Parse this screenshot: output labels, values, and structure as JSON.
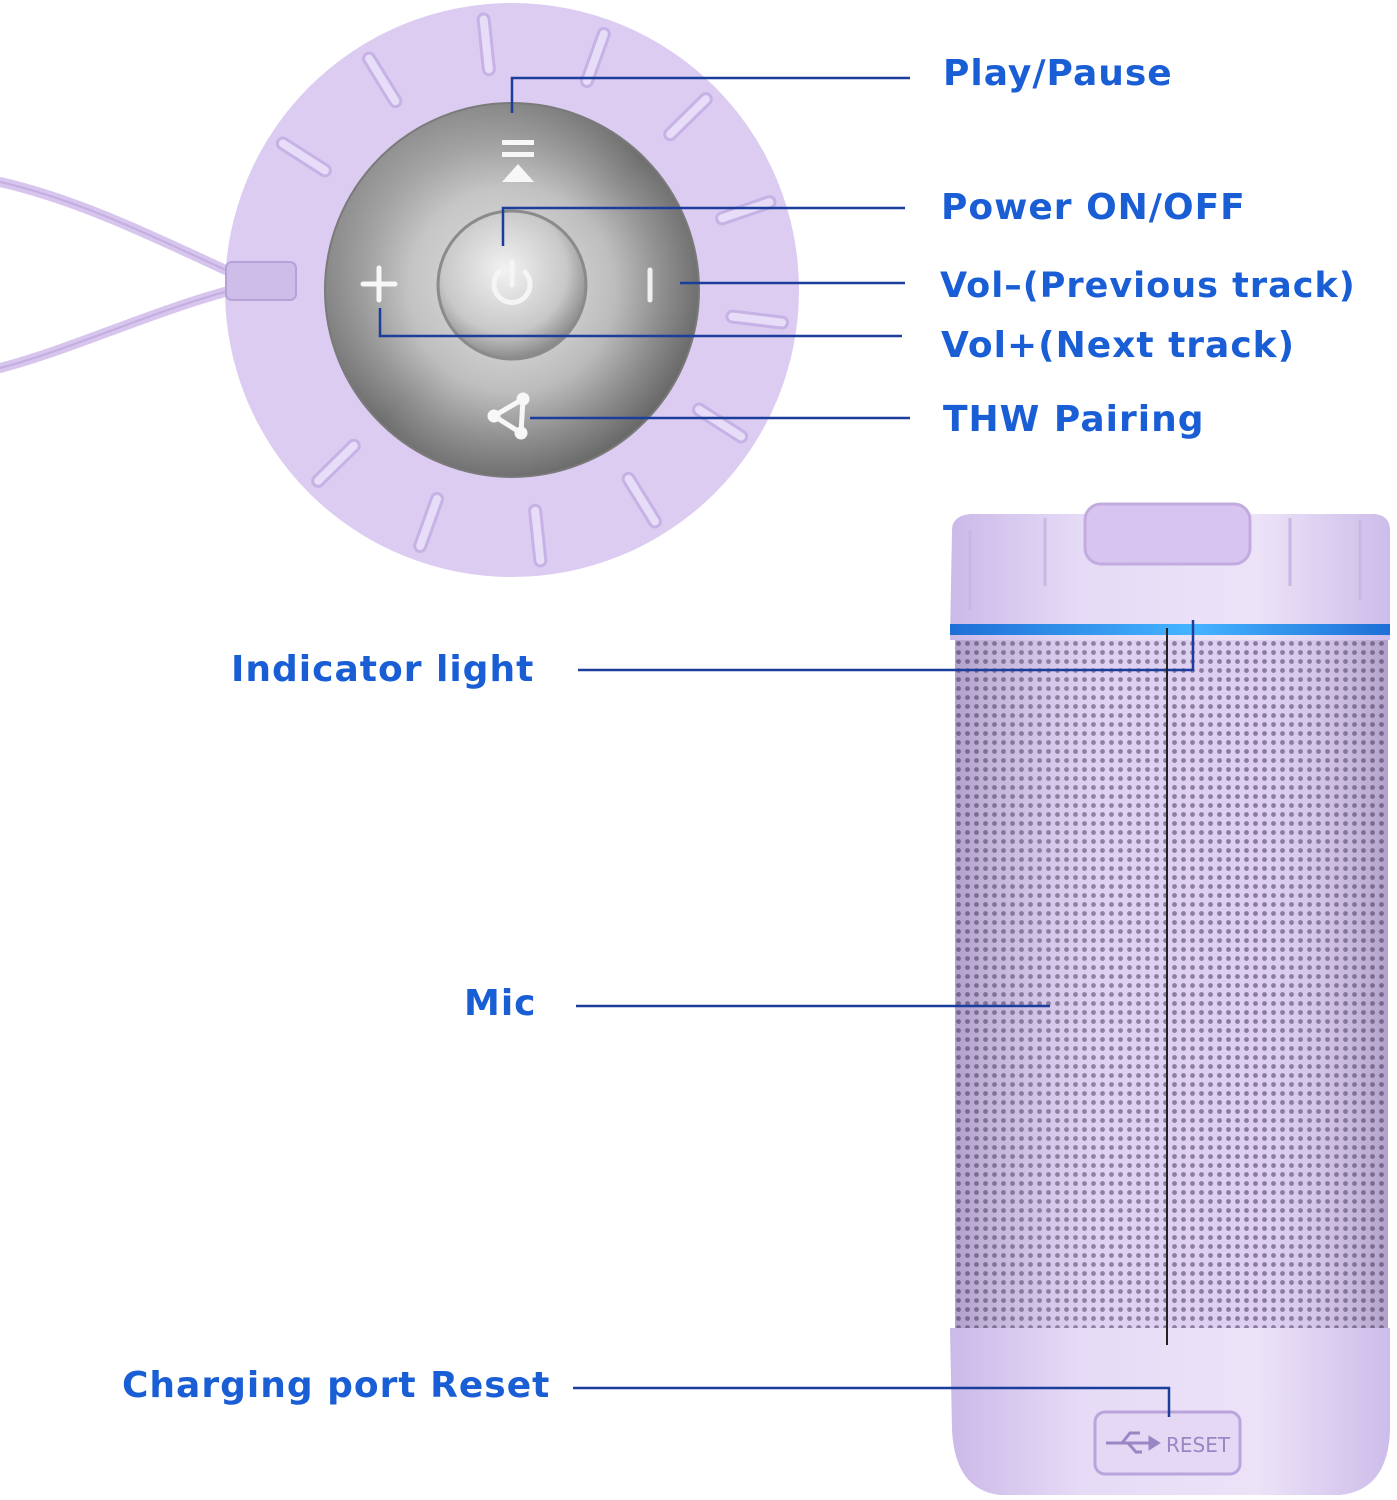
{
  "labels": {
    "play_pause": "Play/Pause",
    "power": "Power ON/OFF",
    "vol_minus": "Vol–(Previous track)",
    "vol_plus": "Vol+(Next track)",
    "thw_pairing": "THW Pairing",
    "indicator_light": "Indicator light",
    "mic": "Mic",
    "charging_reset": "Charging port Reset"
  },
  "device": {
    "reset_label": "RESET"
  },
  "colors": {
    "label_blue": "#1a5ed6",
    "leader_line": "#1b3d9c",
    "body_lavender": "#dccdf2",
    "indicator_ring": "#1e7fe6"
  },
  "icons": [
    "play-pause-icon",
    "power-icon",
    "plus-icon",
    "minus-icon",
    "pairing-icon",
    "usb-icon"
  ]
}
